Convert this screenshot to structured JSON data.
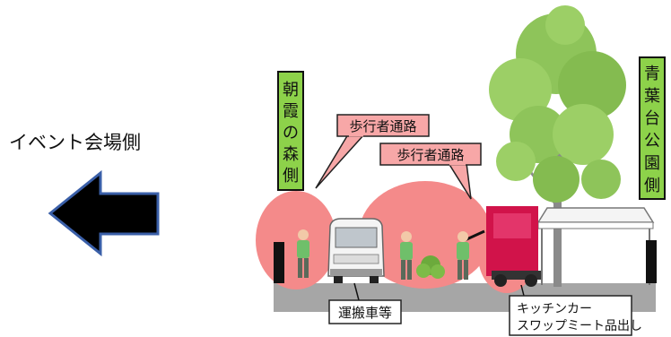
{
  "event_direction_label": "イベント会場側",
  "left_side_label": [
    "朝",
    "霞",
    "の",
    "森",
    "側"
  ],
  "right_side_label": [
    "青",
    "葉",
    "台",
    "公",
    "園",
    "側"
  ],
  "pedestrian_path_label_1": "歩行者通路",
  "pedestrian_path_label_2": "歩行者通路",
  "vehicle_label": "運搬車等",
  "kitchen_car_label_line1": "キッチンカー",
  "kitchen_car_label_line2": "スワップミート品出し",
  "colors": {
    "pedestrian_zone": "#f48a8a",
    "label_bubble": "#f7a7a7",
    "side_label_bg": "#8dd24a",
    "road": "#a6a6a6",
    "kitchen_car": "#d1134a",
    "tree": "#8ec45a",
    "arrow": "#000000",
    "arrow_outline": "#3a5fa8"
  }
}
